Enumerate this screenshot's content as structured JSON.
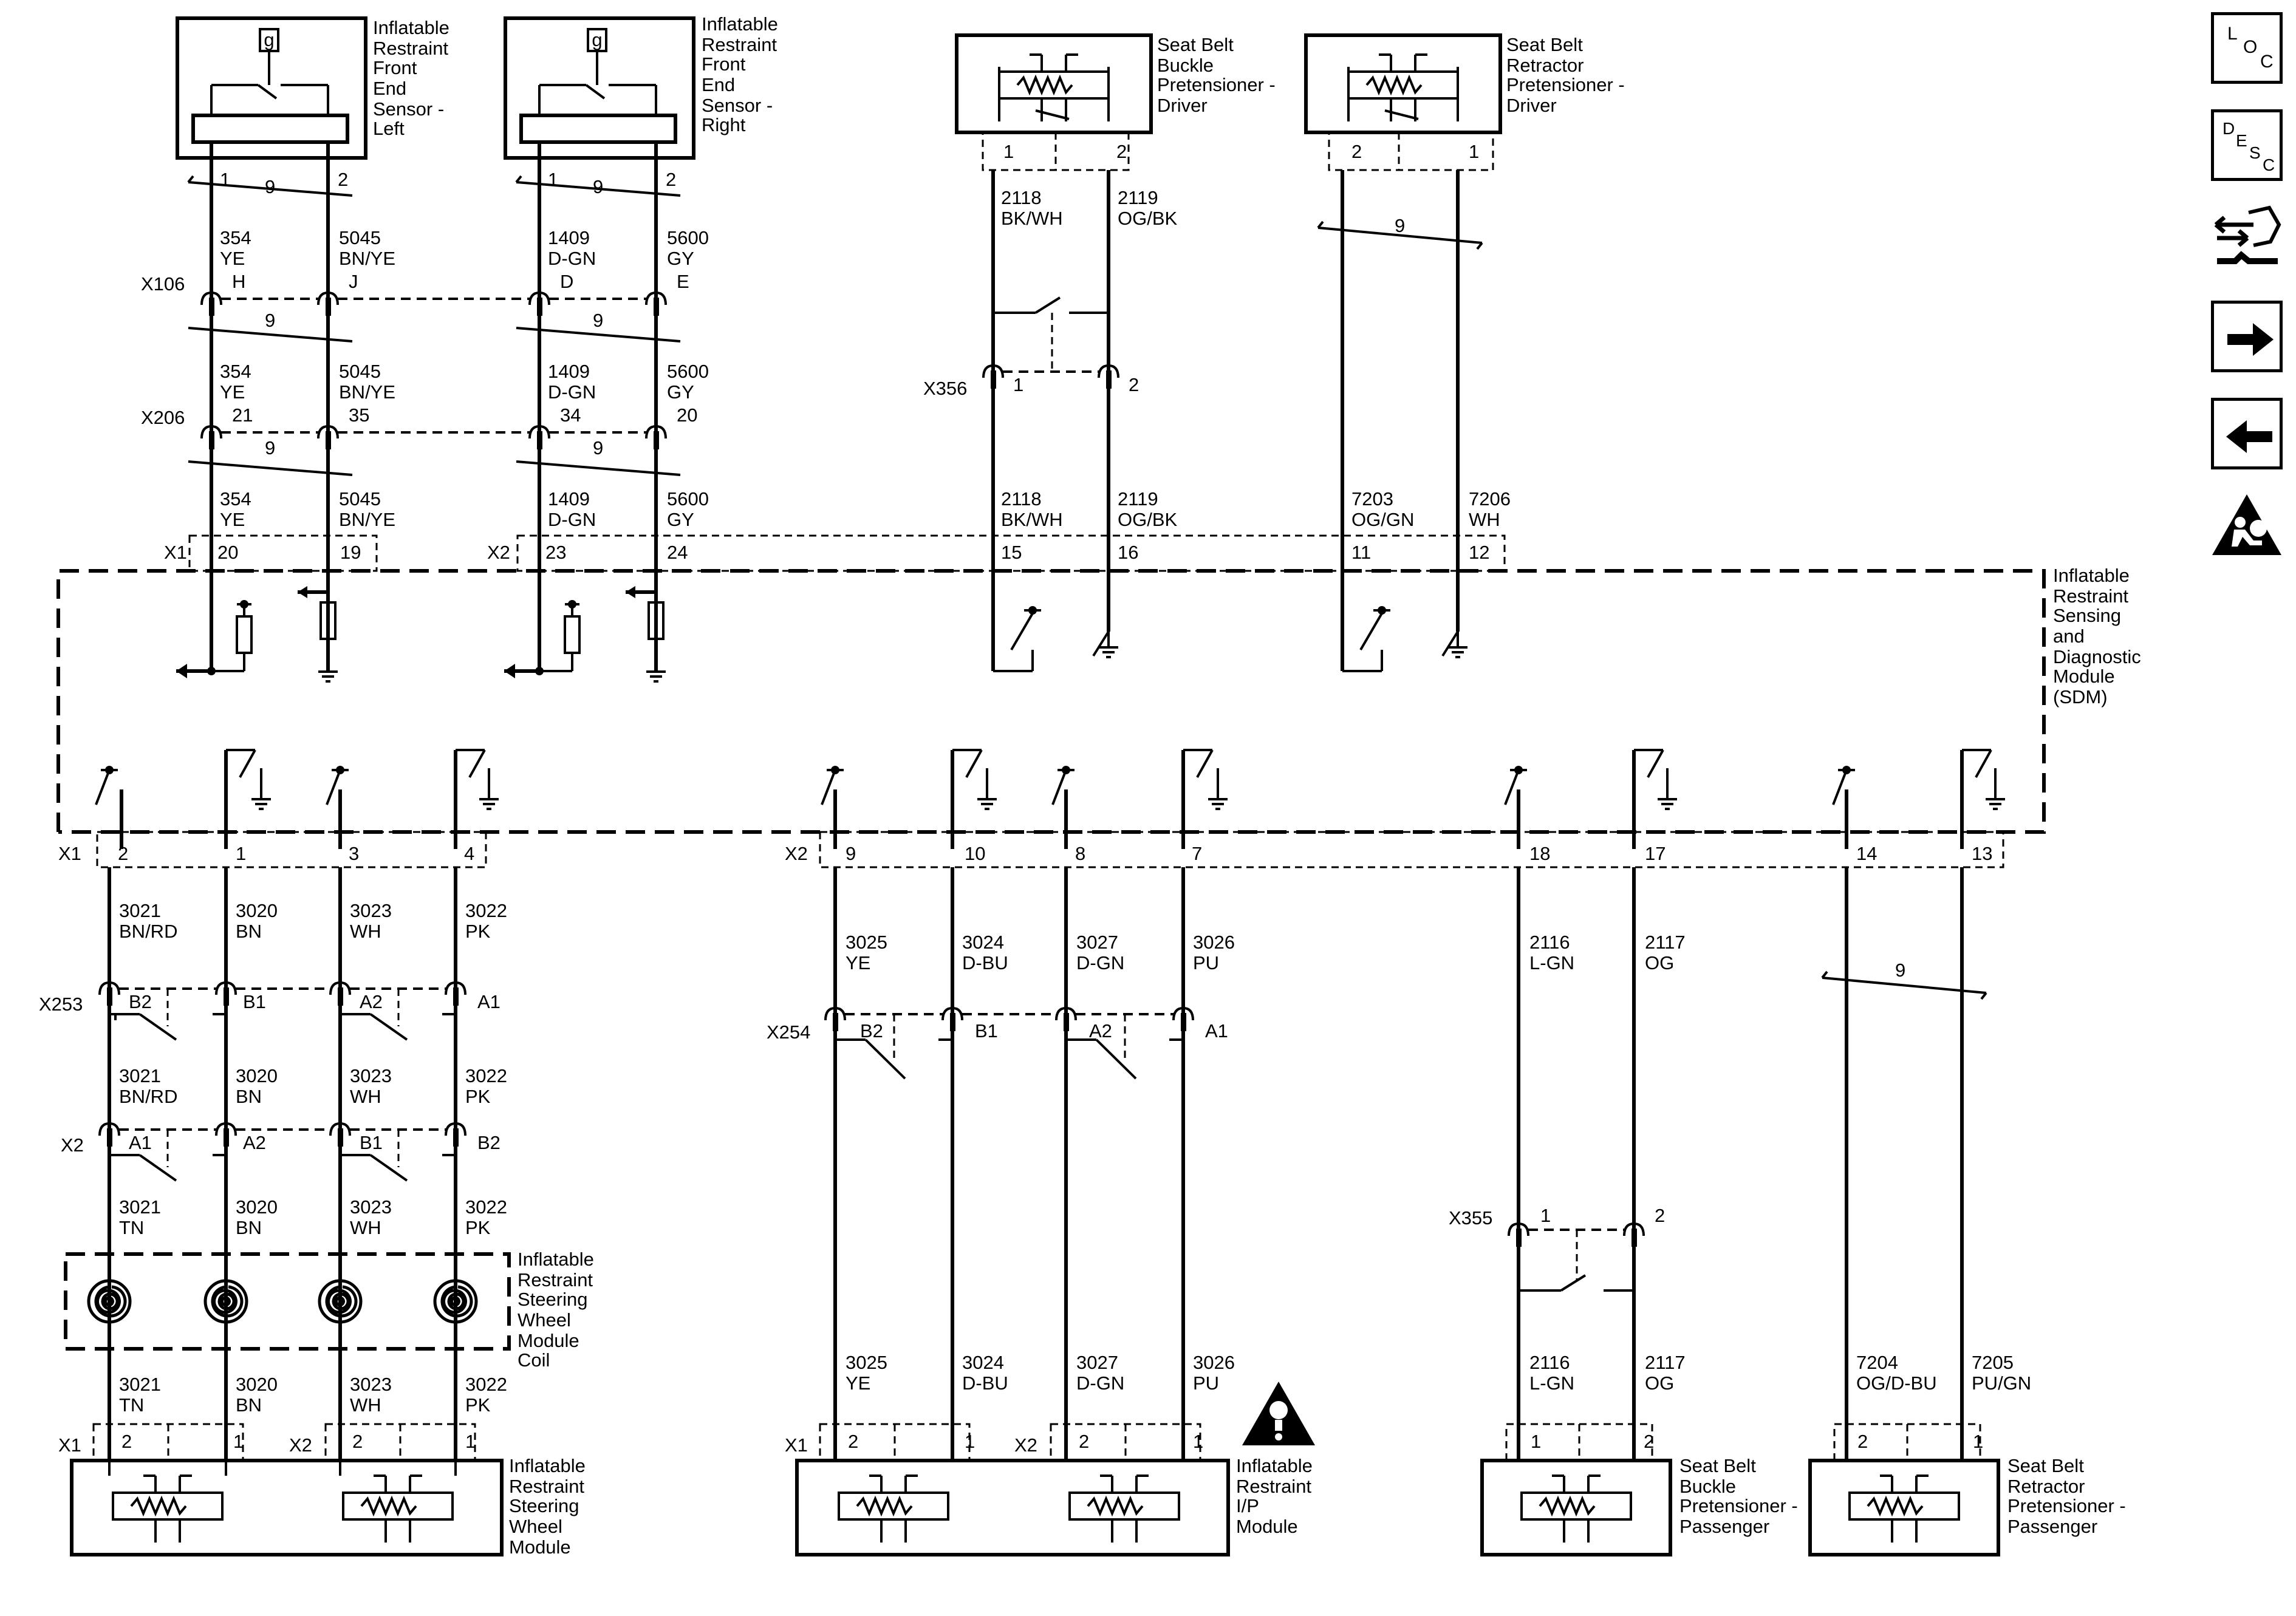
{
  "nav": {
    "loc_label": "LOC",
    "desc_label": "DESC",
    "icons": [
      "loc-icon",
      "desc-icon",
      "connector-wrench-icon",
      "next-arrow-icon",
      "previous-arrow-icon",
      "airbag-warning-icon"
    ]
  },
  "components": {
    "fes_left": {
      "name": [
        "Inflatable",
        "Restraint",
        "Front",
        "End",
        "Sensor -",
        "Left"
      ],
      "g": "g"
    },
    "fes_right": {
      "name": [
        "Inflatable",
        "Restraint",
        "Front",
        "End",
        "Sensor -",
        "Right"
      ],
      "g": "g"
    },
    "sbbp_driver": {
      "name": [
        "Seat Belt",
        "Buckle",
        "Pretensioner -",
        "Driver"
      ]
    },
    "sbrp_driver": {
      "name": [
        "Seat Belt",
        "Retractor",
        "Pretensioner -",
        "Driver"
      ]
    },
    "sdm": {
      "name": [
        "Inflatable",
        "Restraint",
        "Sensing",
        "and",
        "Diagnostic",
        "Module",
        "(SDM)"
      ]
    },
    "coil": {
      "name": [
        "Inflatable",
        "Restraint",
        "Steering",
        "Wheel",
        "Module",
        "Coil"
      ]
    },
    "swm": {
      "name": [
        "Inflatable",
        "Restraint",
        "Steering",
        "Wheel",
        "Module"
      ]
    },
    "ipm": {
      "name": [
        "Inflatable",
        "Restraint",
        "I/P",
        "Module"
      ]
    },
    "sbbp_pass": {
      "name": [
        "Seat Belt",
        "Buckle",
        "Pretensioner -",
        "Passenger"
      ]
    },
    "sbrp_pass": {
      "name": [
        "Seat Belt",
        "Retractor",
        "Pretensioner -",
        "Passenger"
      ]
    }
  },
  "connectors": {
    "x106": "X106",
    "x206": "X206",
    "x356": "X356",
    "x355": "X355",
    "x253": "X253",
    "x254": "X254",
    "x1": "X1",
    "x2": "X2"
  },
  "twist_label": "9",
  "pins": {
    "fesL": [
      "1",
      "2"
    ],
    "fesR": [
      "1",
      "2"
    ],
    "x106": [
      "H",
      "J",
      "D",
      "E"
    ],
    "x206": [
      "21",
      "35",
      "34",
      "20"
    ],
    "sdm_top": [
      "20",
      "19",
      "23",
      "24",
      "15",
      "16",
      "11",
      "12"
    ],
    "x356": [
      "1",
      "2"
    ],
    "sbbpD": [
      "1",
      "2"
    ],
    "sbrpD": [
      "2",
      "1"
    ],
    "sdm_bot": [
      "2",
      "1",
      "3",
      "4",
      "9",
      "10",
      "8",
      "7",
      "18",
      "17",
      "14",
      "13"
    ],
    "x253": [
      "B2",
      "B1",
      "A2",
      "A1"
    ],
    "x2coil": [
      "A1",
      "A2",
      "B1",
      "B2"
    ],
    "x254": [
      "B2",
      "B1",
      "A2",
      "A1"
    ],
    "x355": [
      "1",
      "2"
    ],
    "swm": [
      "2",
      "1",
      "2",
      "1"
    ],
    "ipm": [
      "2",
      "1",
      "2",
      "1"
    ],
    "sbbpP": [
      "1",
      "2"
    ],
    "sbrpP": [
      "2",
      "1"
    ]
  },
  "wires": {
    "w1": [
      "354",
      "YE"
    ],
    "w2": [
      "5045",
      "BN/YE"
    ],
    "w3": [
      "1409",
      "D-GN"
    ],
    "w4": [
      "5600",
      "GY"
    ],
    "w5": [
      "2118",
      "BK/WH"
    ],
    "w6": [
      "2119",
      "OG/BK"
    ],
    "w7": [
      "7203",
      "OG/GN"
    ],
    "w8": [
      "7206",
      "WH"
    ],
    "b1": [
      "3021",
      "BN/RD"
    ],
    "b2": [
      "3020",
      "BN"
    ],
    "b3": [
      "3023",
      "WH"
    ],
    "b4": [
      "3022",
      "PK"
    ],
    "c1": [
      "3021",
      "TN"
    ],
    "c2": [
      "3020",
      "BN"
    ],
    "c3": [
      "3023",
      "WH"
    ],
    "c4": [
      "3022",
      "PK"
    ],
    "i1": [
      "3025",
      "YE"
    ],
    "i2": [
      "3024",
      "D-BU"
    ],
    "i3": [
      "3027",
      "D-GN"
    ],
    "i4": [
      "3026",
      "PU"
    ],
    "p1": [
      "2116",
      "L-GN"
    ],
    "p2": [
      "2117",
      "OG"
    ],
    "r1": [
      "7204",
      "OG/D-BU"
    ],
    "r2": [
      "7205",
      "PU/GN"
    ]
  }
}
